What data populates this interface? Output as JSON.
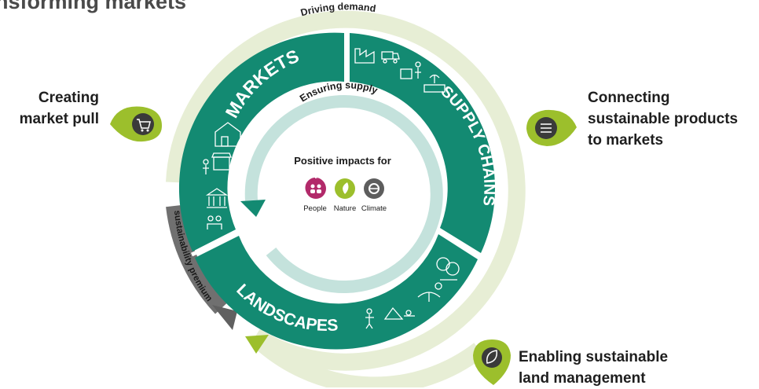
{
  "title": "nsforming markets",
  "outer_ring": {
    "top_label": "Driving demand",
    "premium_label": "sustainability premium"
  },
  "segments": {
    "markets": "MARKETS",
    "supply_chains": "SUPPLY CHAINS",
    "landscapes": "LANDSCAPES"
  },
  "inner_ring": {
    "label": "Ensuring supply"
  },
  "center": {
    "heading": "Positive impacts for",
    "impacts": [
      "People",
      "Nature",
      "Climate"
    ]
  },
  "side_labels": {
    "market_pull": [
      "Creating",
      "market pull"
    ],
    "connecting": [
      "Connecting",
      "sustainable products",
      "to markets"
    ],
    "enabling": [
      "Enabling sustainable",
      "land management"
    ]
  },
  "icons": {
    "market_pull": "shopping-cart-icon",
    "connecting": "products-to-market-icon",
    "enabling": "leaf-icon"
  },
  "colors": {
    "teal": "#138a72",
    "light_teal": "#c4e2dc",
    "pale_green": "#e7eed5",
    "lime": "#9cbf2c",
    "grey_arrow": "#6f6f6f",
    "people": "#b22a6a",
    "nature": "#9cbf2c",
    "climate": "#5d5d5d"
  }
}
